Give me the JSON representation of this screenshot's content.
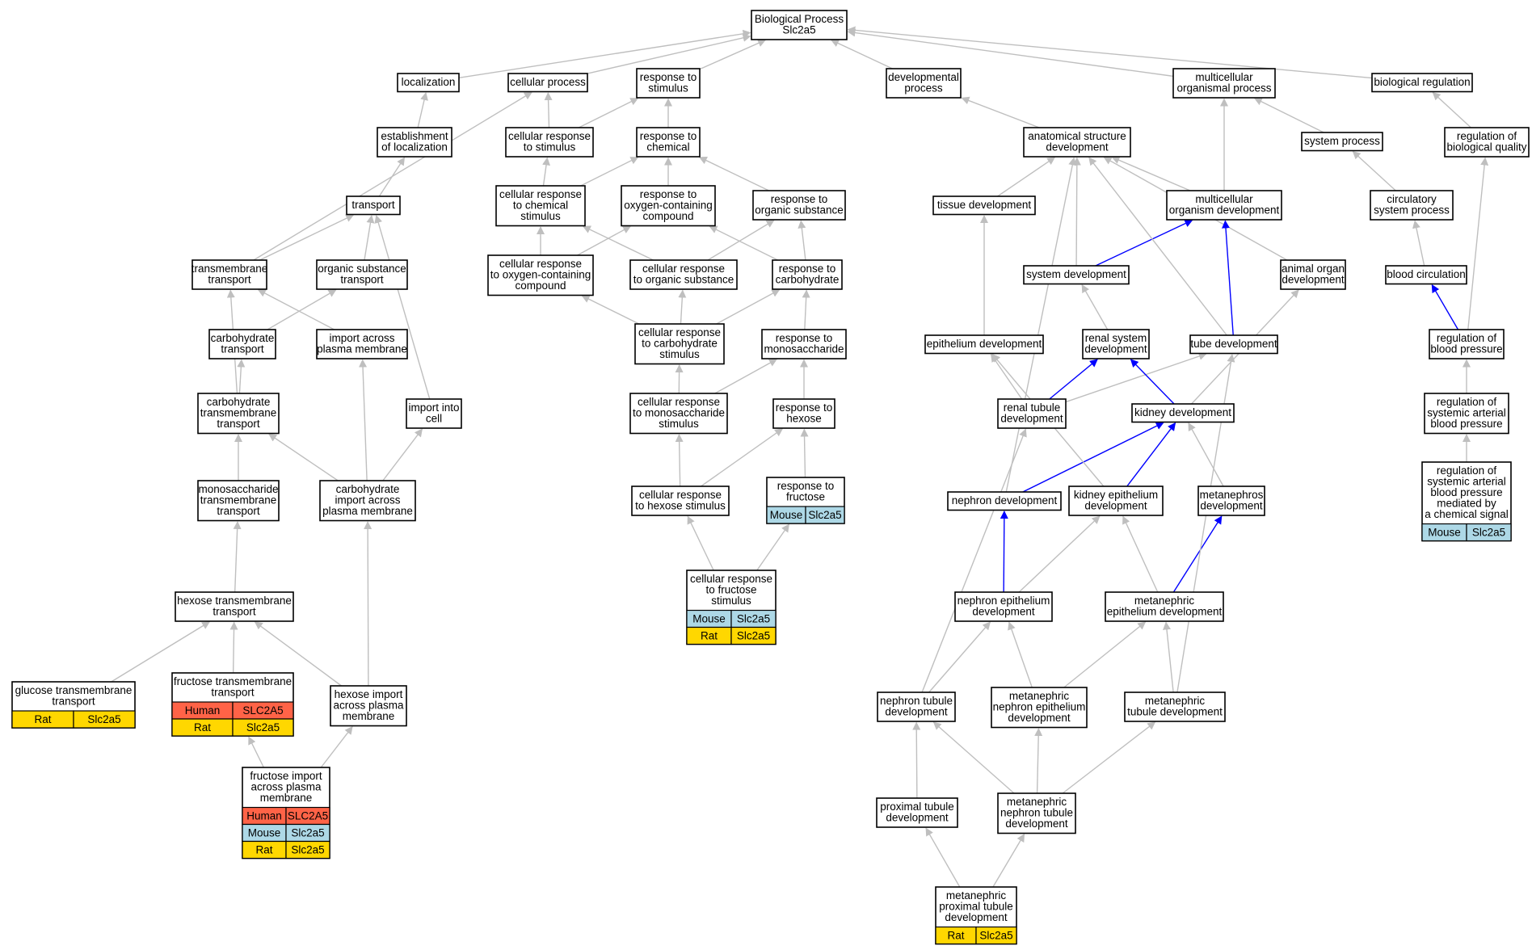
{
  "colors": {
    "edge_gray": "#bfbfbf",
    "edge_blue": "#0000ff",
    "Human": "#ff6347",
    "Mouse": "#add8e6",
    "Rat": "#ffd700"
  },
  "nodes": [
    {
      "id": "bp",
      "lines": [
        "Biological Process",
        "Slc2a5"
      ]
    },
    {
      "id": "localization",
      "lines": [
        "localization"
      ]
    },
    {
      "id": "cellular_process",
      "lines": [
        "cellular process"
      ]
    },
    {
      "id": "response_stimulus",
      "lines": [
        "response to",
        "stimulus"
      ]
    },
    {
      "id": "developmental_process",
      "lines": [
        "developmental",
        "process"
      ]
    },
    {
      "id": "multicellular_organismal",
      "lines": [
        "multicellular",
        "organismal process"
      ]
    },
    {
      "id": "biological_regulation",
      "lines": [
        "biological regulation"
      ]
    },
    {
      "id": "establishment_localization",
      "lines": [
        "establishment",
        "of localization"
      ]
    },
    {
      "id": "cellular_response_stimulus",
      "lines": [
        "cellular response",
        "to stimulus"
      ]
    },
    {
      "id": "response_chemical",
      "lines": [
        "response to",
        "chemical"
      ]
    },
    {
      "id": "anatomical_structure",
      "lines": [
        "anatomical structure",
        "development"
      ]
    },
    {
      "id": "system_process",
      "lines": [
        "system process"
      ]
    },
    {
      "id": "regulation_biological_quality",
      "lines": [
        "regulation of",
        "biological quality"
      ]
    },
    {
      "id": "transport",
      "lines": [
        "transport"
      ]
    },
    {
      "id": "cellular_response_chemical",
      "lines": [
        "cellular response",
        "to chemical",
        "stimulus"
      ]
    },
    {
      "id": "response_oxygen",
      "lines": [
        "response to",
        "oxygen-containing",
        "compound"
      ]
    },
    {
      "id": "response_organic",
      "lines": [
        "response to",
        "organic substance"
      ]
    },
    {
      "id": "tissue_development",
      "lines": [
        "tissue development"
      ]
    },
    {
      "id": "multicellular_organism_dev",
      "lines": [
        "multicellular",
        "organism development"
      ]
    },
    {
      "id": "circulatory_system_process",
      "lines": [
        "circulatory",
        "system process"
      ]
    },
    {
      "id": "transmembrane_transport",
      "lines": [
        "transmembrane",
        "transport"
      ]
    },
    {
      "id": "organic_substance_transport",
      "lines": [
        "organic substance",
        "transport"
      ]
    },
    {
      "id": "cellular_response_oxygen",
      "lines": [
        "cellular response",
        "to oxygen-containing",
        "compound"
      ]
    },
    {
      "id": "cellular_response_organic",
      "lines": [
        "cellular response",
        "to organic substance"
      ]
    },
    {
      "id": "response_carbohydrate",
      "lines": [
        "response to",
        "carbohydrate"
      ]
    },
    {
      "id": "system_development",
      "lines": [
        "system development"
      ]
    },
    {
      "id": "animal_organ_development",
      "lines": [
        "animal organ",
        "development"
      ]
    },
    {
      "id": "blood_circulation",
      "lines": [
        "blood circulation"
      ]
    },
    {
      "id": "carbohydrate_transport",
      "lines": [
        "carbohydrate",
        "transport"
      ]
    },
    {
      "id": "import_across_plasma",
      "lines": [
        "import across",
        "plasma membrane"
      ]
    },
    {
      "id": "cellular_response_carbohydrate",
      "lines": [
        "cellular response",
        "to carbohydrate",
        "stimulus"
      ]
    },
    {
      "id": "response_monosaccharide",
      "lines": [
        "response to",
        "monosaccharide"
      ]
    },
    {
      "id": "epithelium_development",
      "lines": [
        "epithelium development"
      ]
    },
    {
      "id": "renal_system_development",
      "lines": [
        "renal system",
        "development"
      ]
    },
    {
      "id": "tube_development",
      "lines": [
        "tube development"
      ]
    },
    {
      "id": "regulation_blood_pressure",
      "lines": [
        "regulation of",
        "blood pressure"
      ]
    },
    {
      "id": "carbohydrate_transmembrane_transport",
      "lines": [
        "carbohydrate",
        "transmembrane",
        "transport"
      ]
    },
    {
      "id": "import_into_cell",
      "lines": [
        "import into",
        "cell"
      ]
    },
    {
      "id": "cellular_response_monosaccharide",
      "lines": [
        "cellular response",
        "to monosaccharide",
        "stimulus"
      ]
    },
    {
      "id": "response_hexose",
      "lines": [
        "response to",
        "hexose"
      ]
    },
    {
      "id": "renal_tubule_development",
      "lines": [
        "renal tubule",
        "development"
      ]
    },
    {
      "id": "kidney_development",
      "lines": [
        "kidney development"
      ]
    },
    {
      "id": "regulation_systemic_arterial",
      "lines": [
        "regulation of",
        "systemic arterial",
        "blood pressure"
      ]
    },
    {
      "id": "monosaccharide_transmembrane",
      "lines": [
        "monosaccharide",
        "transmembrane",
        "transport"
      ]
    },
    {
      "id": "carbohydrate_import",
      "lines": [
        "carbohydrate",
        "import across",
        "plasma membrane"
      ]
    },
    {
      "id": "cellular_response_hexose",
      "lines": [
        "cellular response",
        "to hexose stimulus"
      ]
    },
    {
      "id": "response_fructose",
      "lines": [
        "response to",
        "fructose"
      ],
      "species": [
        [
          "Mouse",
          "Slc2a5"
        ]
      ]
    },
    {
      "id": "nephron_development",
      "lines": [
        "nephron development"
      ]
    },
    {
      "id": "kidney_epithelium_development",
      "lines": [
        "kidney epithelium",
        "development"
      ]
    },
    {
      "id": "metanephros_development",
      "lines": [
        "metanephros",
        "development"
      ]
    },
    {
      "id": "regulation_sab_chemical",
      "lines": [
        "regulation of",
        "systemic arterial",
        "blood pressure",
        "mediated by",
        "a chemical signal"
      ],
      "species": [
        [
          "Mouse",
          "Slc2a5"
        ]
      ]
    },
    {
      "id": "cellular_response_fructose",
      "lines": [
        "cellular response",
        "to fructose",
        "stimulus"
      ],
      "species": [
        [
          "Mouse",
          "Slc2a5"
        ],
        [
          "Rat",
          "Slc2a5"
        ]
      ]
    },
    {
      "id": "hexose_transmembrane",
      "lines": [
        "hexose transmembrane",
        "transport"
      ]
    },
    {
      "id": "nephron_epithelium_development",
      "lines": [
        "nephron epithelium",
        "development"
      ]
    },
    {
      "id": "metanephric_epithelium_development",
      "lines": [
        "metanephric",
        "epithelium development"
      ]
    },
    {
      "id": "glucose_transmembrane",
      "lines": [
        "glucose transmembrane",
        "transport"
      ],
      "species": [
        [
          "Rat",
          "Slc2a5"
        ]
      ]
    },
    {
      "id": "fructose_transmembrane",
      "lines": [
        "fructose transmembrane",
        "transport"
      ],
      "species": [
        [
          "Human",
          "SLC2A5"
        ],
        [
          "Rat",
          "Slc2a5"
        ]
      ]
    },
    {
      "id": "hexose_import",
      "lines": [
        "hexose import",
        "across plasma",
        "membrane"
      ]
    },
    {
      "id": "nephron_tubule_development",
      "lines": [
        "nephron tubule",
        "development"
      ]
    },
    {
      "id": "metanephric_nephron_epithelium",
      "lines": [
        "metanephric",
        "nephron epithelium",
        "development"
      ]
    },
    {
      "id": "metanephric_tubule_development",
      "lines": [
        "metanephric",
        "tubule development"
      ]
    },
    {
      "id": "fructose_import",
      "lines": [
        "fructose import",
        "across plasma",
        "membrane"
      ],
      "species": [
        [
          "Human",
          "SLC2A5"
        ],
        [
          "Mouse",
          "Slc2a5"
        ],
        [
          "Rat",
          "Slc2a5"
        ]
      ]
    },
    {
      "id": "proximal_tubule_development",
      "lines": [
        "proximal tubule",
        "development"
      ]
    },
    {
      "id": "metanephric_nephron_tubule",
      "lines": [
        "metanephric",
        "nephron tubule",
        "development"
      ]
    },
    {
      "id": "metanephric_proximal_tubule",
      "lines": [
        "metanephric",
        "proximal tubule",
        "development"
      ],
      "species": [
        [
          "Rat",
          "Slc2a5"
        ]
      ]
    }
  ],
  "edges": [
    {
      "from": "localization",
      "to": "bp"
    },
    {
      "from": "cellular_process",
      "to": "bp"
    },
    {
      "from": "response_stimulus",
      "to": "bp"
    },
    {
      "from": "developmental_process",
      "to": "bp"
    },
    {
      "from": "multicellular_organismal",
      "to": "bp"
    },
    {
      "from": "biological_regulation",
      "to": "bp"
    },
    {
      "from": "establishment_localization",
      "to": "localization"
    },
    {
      "from": "cellular_response_stimulus",
      "to": "cellular_process"
    },
    {
      "from": "cellular_response_stimulus",
      "to": "response_stimulus"
    },
    {
      "from": "response_chemical",
      "to": "response_stimulus"
    },
    {
      "from": "anatomical_structure",
      "to": "developmental_process"
    },
    {
      "from": "system_process",
      "to": "multicellular_organismal"
    },
    {
      "from": "regulation_biological_quality",
      "to": "biological_regulation"
    },
    {
      "from": "transport",
      "to": "establishment_localization"
    },
    {
      "from": "transmembrane_transport",
      "to": "cellular_process"
    },
    {
      "from": "cellular_response_chemical",
      "to": "cellular_response_stimulus"
    },
    {
      "from": "cellular_response_chemical",
      "to": "response_chemical"
    },
    {
      "from": "response_oxygen",
      "to": "response_chemical"
    },
    {
      "from": "response_organic",
      "to": "response_chemical"
    },
    {
      "from": "tissue_development",
      "to": "anatomical_structure"
    },
    {
      "from": "multicellular_organism_dev",
      "to": "anatomical_structure"
    },
    {
      "from": "multicellular_organism_dev",
      "to": "multicellular_organismal"
    },
    {
      "from": "circulatory_system_process",
      "to": "system_process"
    },
    {
      "from": "transmembrane_transport",
      "to": "transport"
    },
    {
      "from": "organic_substance_transport",
      "to": "transport"
    },
    {
      "from": "import_into_cell",
      "to": "transport"
    },
    {
      "from": "cellular_response_oxygen",
      "to": "cellular_response_chemical"
    },
    {
      "from": "cellular_response_oxygen",
      "to": "response_oxygen"
    },
    {
      "from": "cellular_response_organic",
      "to": "cellular_response_chemical"
    },
    {
      "from": "cellular_response_organic",
      "to": "response_organic"
    },
    {
      "from": "response_carbohydrate",
      "to": "response_oxygen"
    },
    {
      "from": "response_carbohydrate",
      "to": "response_organic"
    },
    {
      "from": "system_development",
      "to": "anatomical_structure"
    },
    {
      "from": "system_development",
      "to": "multicellular_organism_dev",
      "color": "blue"
    },
    {
      "from": "animal_organ_development",
      "to": "anatomical_structure"
    },
    {
      "from": "blood_circulation",
      "to": "circulatory_system_process"
    },
    {
      "from": "carbohydrate_transport",
      "to": "organic_substance_transport"
    },
    {
      "from": "import_across_plasma",
      "to": "transmembrane_transport"
    },
    {
      "from": "carbohydrate_transmembrane_transport",
      "to": "transmembrane_transport"
    },
    {
      "from": "carbohydrate_transmembrane_transport",
      "to": "carbohydrate_transport"
    },
    {
      "from": "cellular_response_carbohydrate",
      "to": "cellular_response_oxygen"
    },
    {
      "from": "cellular_response_carbohydrate",
      "to": "cellular_response_organic"
    },
    {
      "from": "cellular_response_carbohydrate",
      "to": "response_carbohydrate"
    },
    {
      "from": "response_monosaccharide",
      "to": "response_carbohydrate"
    },
    {
      "from": "epithelium_development",
      "to": "tissue_development"
    },
    {
      "from": "renal_system_development",
      "to": "system_development"
    },
    {
      "from": "tube_development",
      "to": "anatomical_structure"
    },
    {
      "from": "tube_development",
      "to": "multicellular_organism_dev",
      "color": "blue"
    },
    {
      "from": "regulation_blood_pressure",
      "to": "blood_circulation",
      "color": "blue"
    },
    {
      "from": "regulation_blood_pressure",
      "to": "regulation_biological_quality"
    },
    {
      "from": "monosaccharide_transmembrane",
      "to": "carbohydrate_transmembrane_transport"
    },
    {
      "from": "carbohydrate_import",
      "to": "carbohydrate_transmembrane_transport"
    },
    {
      "from": "carbohydrate_import",
      "to": "import_across_plasma"
    },
    {
      "from": "carbohydrate_import",
      "to": "import_into_cell"
    },
    {
      "from": "cellular_response_monosaccharide",
      "to": "cellular_response_carbohydrate"
    },
    {
      "from": "cellular_response_monosaccharide",
      "to": "response_monosaccharide"
    },
    {
      "from": "response_hexose",
      "to": "response_monosaccharide"
    },
    {
      "from": "renal_tubule_development",
      "to": "epithelium_development"
    },
    {
      "from": "renal_tubule_development",
      "to": "renal_system_development",
      "color": "blue"
    },
    {
      "from": "renal_tubule_development",
      "to": "tube_development"
    },
    {
      "from": "kidney_development",
      "to": "renal_system_development",
      "color": "blue"
    },
    {
      "from": "kidney_development",
      "to": "animal_organ_development"
    },
    {
      "from": "regulation_systemic_arterial",
      "to": "regulation_blood_pressure"
    },
    {
      "from": "hexose_transmembrane",
      "to": "monosaccharide_transmembrane"
    },
    {
      "from": "cellular_response_hexose",
      "to": "cellular_response_monosaccharide"
    },
    {
      "from": "cellular_response_hexose",
      "to": "response_hexose"
    },
    {
      "from": "response_fructose",
      "to": "response_hexose"
    },
    {
      "from": "nephron_development",
      "to": "anatomical_structure"
    },
    {
      "from": "nephron_development",
      "to": "kidney_development",
      "color": "blue"
    },
    {
      "from": "kidney_epithelium_development",
      "to": "epithelium_development"
    },
    {
      "from": "kidney_epithelium_development",
      "to": "kidney_development",
      "color": "blue"
    },
    {
      "from": "metanephros_development",
      "to": "kidney_development"
    },
    {
      "from": "regulation_sab_chemical",
      "to": "regulation_systemic_arterial"
    },
    {
      "from": "cellular_response_fructose",
      "to": "cellular_response_hexose"
    },
    {
      "from": "cellular_response_fructose",
      "to": "response_fructose"
    },
    {
      "from": "glucose_transmembrane",
      "to": "hexose_transmembrane"
    },
    {
      "from": "fructose_transmembrane",
      "to": "hexose_transmembrane"
    },
    {
      "from": "hexose_import",
      "to": "hexose_transmembrane"
    },
    {
      "from": "hexose_import",
      "to": "carbohydrate_import"
    },
    {
      "from": "nephron_epithelium_development",
      "to": "nephron_development",
      "color": "blue"
    },
    {
      "from": "nephron_epithelium_development",
      "to": "kidney_epithelium_development"
    },
    {
      "from": "metanephric_epithelium_development",
      "to": "kidney_epithelium_development"
    },
    {
      "from": "metanephric_epithelium_development",
      "to": "metanephros_development",
      "color": "blue"
    },
    {
      "from": "fructose_import",
      "to": "fructose_transmembrane"
    },
    {
      "from": "fructose_import",
      "to": "hexose_import"
    },
    {
      "from": "nephron_tubule_development",
      "to": "nephron_epithelium_development"
    },
    {
      "from": "nephron_tubule_development",
      "to": "renal_tubule_development"
    },
    {
      "from": "metanephric_nephron_epithelium",
      "to": "nephron_epithelium_development"
    },
    {
      "from": "metanephric_nephron_epithelium",
      "to": "metanephric_epithelium_development"
    },
    {
      "from": "metanephric_tubule_development",
      "to": "metanephric_epithelium_development"
    },
    {
      "from": "metanephric_tubule_development",
      "to": "tube_development"
    },
    {
      "from": "proximal_tubule_development",
      "to": "nephron_tubule_development"
    },
    {
      "from": "metanephric_nephron_tubule",
      "to": "nephron_tubule_development"
    },
    {
      "from": "metanephric_nephron_tubule",
      "to": "metanephric_nephron_epithelium"
    },
    {
      "from": "metanephric_nephron_tubule",
      "to": "metanephric_tubule_development"
    },
    {
      "from": "metanephric_proximal_tubule",
      "to": "proximal_tubule_development"
    },
    {
      "from": "metanephric_proximal_tubule",
      "to": "metanephric_nephron_tubule"
    }
  ]
}
